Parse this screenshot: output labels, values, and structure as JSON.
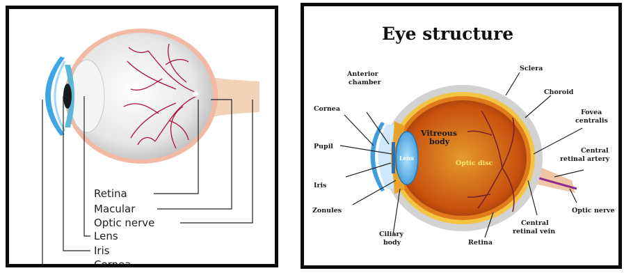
{
  "left_diagram": {
    "labels": {
      "retina": "Retina",
      "macular": "Macular",
      "optic_nerve": "Optic nerve",
      "lens": "Lens",
      "iris": "Iris",
      "cornea": "Cornea"
    }
  },
  "right_diagram": {
    "title": "Eye structure",
    "labels": {
      "anterior_chamber_1": "Anterior",
      "anterior_chamber_2": "chamber",
      "cornea": "Cornea",
      "pupil": "Pupil",
      "iris": "Iris",
      "zonules": "Zonules",
      "ciliary_body_1": "Ciliary",
      "ciliary_body_2": "body",
      "lens": "Lens",
      "vitreous_body_1": "Vitreous",
      "vitreous_body_2": "body",
      "optic_disc": "Optic disc",
      "sclera": "Sclera",
      "choroid": "Choroid",
      "fovea_centralis_1": "Fovea",
      "fovea_centralis_2": "centralis",
      "central_retinal_artery_1": "Central",
      "central_retinal_artery_2": "retinal artery",
      "optic_nerve": "Optic nerve",
      "central_retinal_vein_1": "Central",
      "central_retinal_vein_2": "retinal vein",
      "retina": "Retina"
    }
  },
  "colors": {
    "cornea_blue": "#4da3e0",
    "sclera_gray": "#d4d4d4",
    "vessel_red": "#c0143c",
    "retina_orange": "#e07a1a",
    "vitreous_dark": "#c44a0e",
    "choroid_yellow": "#f4c542",
    "optic_nerve_pink": "#f1cbb0",
    "artery_purple": "#8e2a8e"
  }
}
